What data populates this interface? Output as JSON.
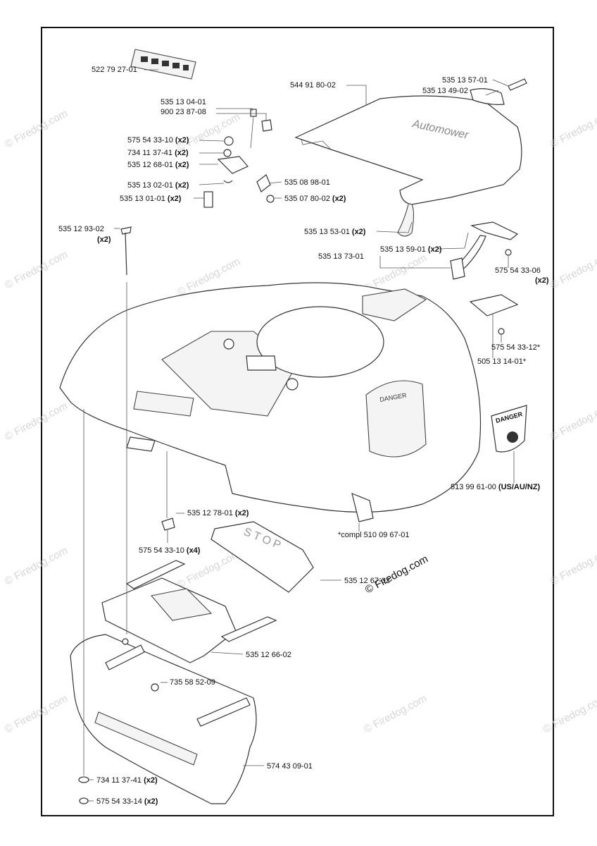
{
  "watermark": {
    "text": "© Firedog.com",
    "inline_text": "© Firedog.com"
  },
  "parts": [
    {
      "id": "p1",
      "number": "522 79 27-01",
      "qty": ""
    },
    {
      "id": "p2",
      "number": "544 91 80-02",
      "qty": ""
    },
    {
      "id": "p3",
      "number": "535 13 57-01",
      "qty": ""
    },
    {
      "id": "p4",
      "number": "535 13 49-02",
      "qty": ""
    },
    {
      "id": "p5",
      "number": "535 13 04-01",
      "qty": ""
    },
    {
      "id": "p6",
      "number": "900 23 87-08",
      "qty": ""
    },
    {
      "id": "p7",
      "number": "575 54 33-10",
      "qty": "(x2)"
    },
    {
      "id": "p8",
      "number": "734 11 37-41",
      "qty": "(x2)"
    },
    {
      "id": "p9",
      "number": "535 12 68-01",
      "qty": "(x2)"
    },
    {
      "id": "p10",
      "number": "535 13 02-01",
      "qty": "(x2)"
    },
    {
      "id": "p11",
      "number": "535 13 01-01",
      "qty": "(x2)"
    },
    {
      "id": "p12",
      "number": "535 08 98-01",
      "qty": ""
    },
    {
      "id": "p13",
      "number": "535 07 80-02",
      "qty": "(x2)"
    },
    {
      "id": "p14",
      "number": "535 12 93-02",
      "qty": "(x2)"
    },
    {
      "id": "p15",
      "number": "535 13 53-01",
      "qty": "(x2)"
    },
    {
      "id": "p16",
      "number": "535 13 59-01",
      "qty": "(x2)"
    },
    {
      "id": "p17",
      "number": "535 13 73-01",
      "qty": ""
    },
    {
      "id": "p18",
      "number": "575 54 33-06",
      "qty": "(x2)"
    },
    {
      "id": "p19",
      "number": "575 54 33-12*",
      "qty": ""
    },
    {
      "id": "p20",
      "number": "505 13 14-01*",
      "qty": ""
    },
    {
      "id": "p21",
      "number": "513 99 61-00",
      "qty": "(US/AU/NZ)"
    },
    {
      "id": "p22",
      "number": "*compl 510 09 67-01",
      "qty": ""
    },
    {
      "id": "p23",
      "number": "535 12 78-01",
      "qty": "(x2)"
    },
    {
      "id": "p24",
      "number": "575 54 33-10",
      "qty": "(x4)"
    },
    {
      "id": "p25",
      "number": "535 12 67-02",
      "qty": ""
    },
    {
      "id": "p26",
      "number": "535 12 66-02",
      "qty": ""
    },
    {
      "id": "p27",
      "number": "735 58 52-09",
      "qty": ""
    },
    {
      "id": "p28",
      "number": "574 43 09-01",
      "qty": ""
    },
    {
      "id": "p29",
      "number": "734 11 37-41",
      "qty": "(x2)"
    },
    {
      "id": "p30",
      "number": "575 54 33-14",
      "qty": "(x2)"
    }
  ],
  "decals": {
    "danger_text": "DANGER",
    "stop_text": "STOP"
  }
}
